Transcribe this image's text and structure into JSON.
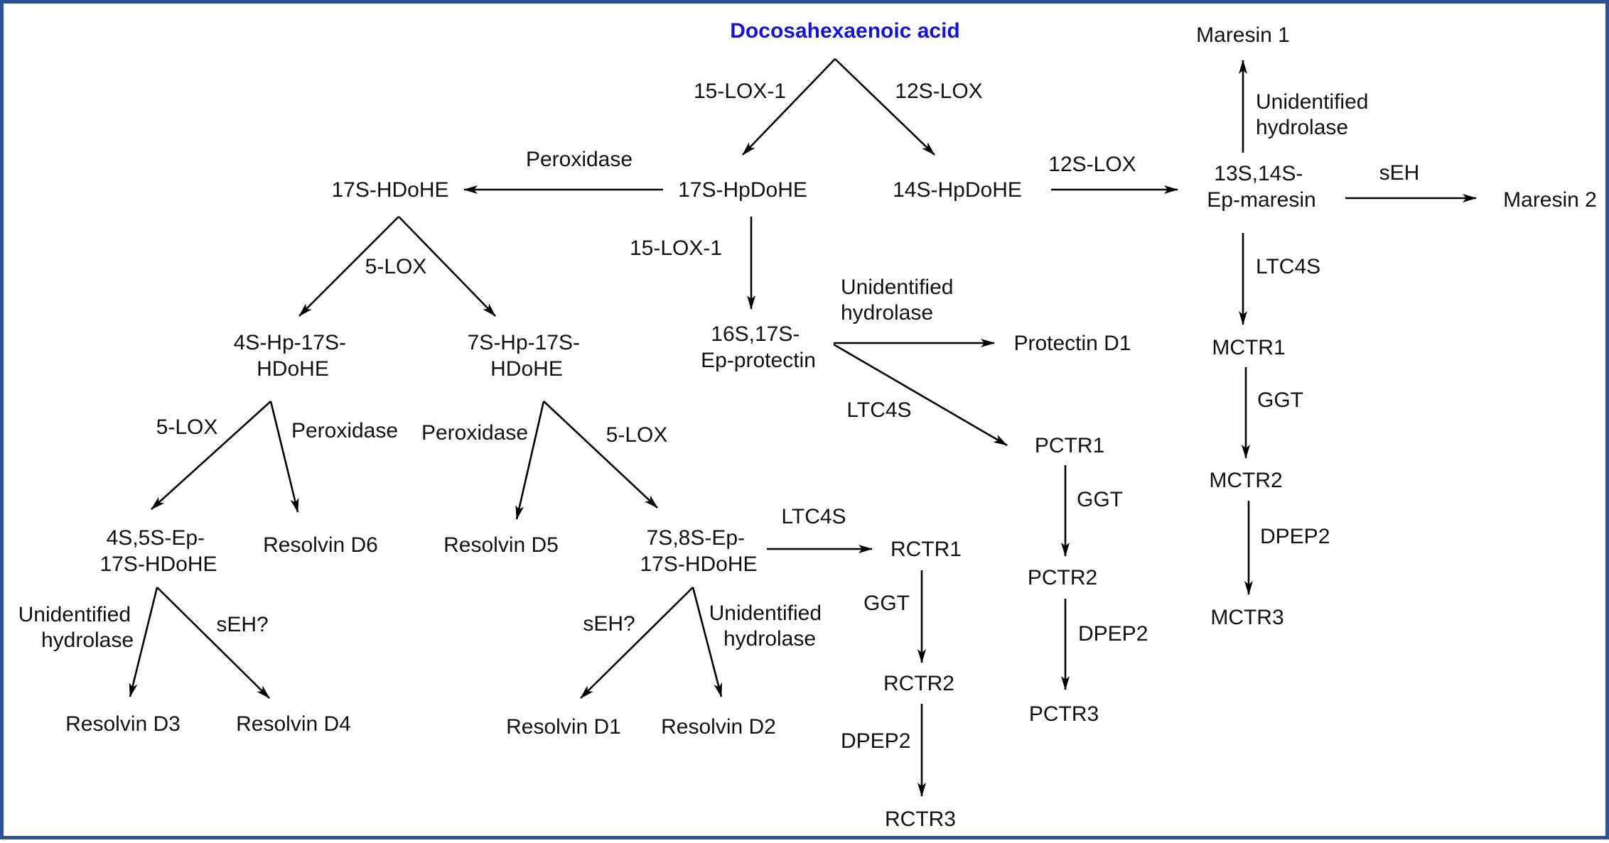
{
  "colors": {
    "frame": "#2b5496",
    "root_text": "#1414d2",
    "text": "#111111",
    "arrow": "#000000"
  },
  "nodes": {
    "dha": [
      "Docosahexaenoic acid"
    ],
    "hpdohe17": [
      "17S-HpDoHE"
    ],
    "hpdohe14": [
      "14S-HpDoHE"
    ],
    "hdohe17": [
      "17S-HDoHE"
    ],
    "ep_maresin": [
      "13S,14S-",
      "Ep-maresin"
    ],
    "maresin1": [
      "Maresin 1"
    ],
    "maresin2": [
      "Maresin 2"
    ],
    "mctr1": [
      "MCTR1"
    ],
    "mctr2": [
      "MCTR2"
    ],
    "mctr3": [
      "MCTR3"
    ],
    "hp4": [
      "4S-Hp-17S-",
      "HDoHE"
    ],
    "hp7": [
      "7S-Hp-17S-",
      "HDoHE"
    ],
    "ep_protectin": [
      "16S,17S-",
      "Ep-protectin"
    ],
    "protectin_d1": [
      "Protectin D1"
    ],
    "pctr1": [
      "PCTR1"
    ],
    "pctr2": [
      "PCTR2"
    ],
    "pctr3": [
      "PCTR3"
    ],
    "ep45": [
      "4S,5S-Ep-",
      "17S-HDoHE"
    ],
    "resolvin_d6": [
      "Resolvin D6"
    ],
    "resolvin_d5": [
      "Resolvin D5"
    ],
    "ep78": [
      "7S,8S-Ep-",
      "17S-HDoHE"
    ],
    "rctr1": [
      "RCTR1"
    ],
    "rctr2": [
      "RCTR2"
    ],
    "rctr3": [
      "RCTR3"
    ],
    "resolvin_d3": [
      "Resolvin D3"
    ],
    "resolvin_d4": [
      "Resolvin D4"
    ],
    "resolvin_d1": [
      "Resolvin D1"
    ],
    "resolvin_d2": [
      "Resolvin D2"
    ]
  },
  "enzymes": {
    "lox15_a": [
      "15-LOX-1"
    ],
    "lox12_a": [
      "12S-LOX"
    ],
    "peroxidase_a": [
      "Peroxidase"
    ],
    "lox12_b": [
      "12S-LOX"
    ],
    "seh_a": [
      "sEH"
    ],
    "hydrolase_maresin1": [
      "Unidentified",
      "hydrolase"
    ],
    "ltc4s_mctr": [
      "LTC4S"
    ],
    "ggt_mctr": [
      "GGT"
    ],
    "dpep2_mctr": [
      "DPEP2"
    ],
    "lox15_b": [
      "15-LOX-1"
    ],
    "lox5_a": [
      "5-LOX"
    ],
    "hydrolase_protectin": [
      "Unidentified",
      "hydrolase"
    ],
    "ltc4s_pctr": [
      "LTC4S"
    ],
    "ggt_pctr": [
      "GGT"
    ],
    "dpep2_pctr": [
      "DPEP2"
    ],
    "lox5_b": [
      "5-LOX"
    ],
    "peroxidase_b": [
      "Peroxidase"
    ],
    "peroxidase_c": [
      "Peroxidase"
    ],
    "lox5_c": [
      "5-LOX"
    ],
    "ltc4s_rctr": [
      "LTC4S"
    ],
    "ggt_rctr": [
      "GGT"
    ],
    "dpep2_rctr": [
      "DPEP2"
    ],
    "hydrolase_d3": [
      "Unidentified",
      "hydrolase"
    ],
    "seh_d4": [
      "sEH?"
    ],
    "seh_d1": [
      "sEH?"
    ],
    "hydrolase_d2": [
      "Unidentified",
      "hydrolase"
    ]
  },
  "arrows": [
    {
      "from": "dha",
      "to": "hpdohe17",
      "label": "lox15_a"
    },
    {
      "from": "dha",
      "to": "hpdohe14",
      "label": "lox12_a"
    },
    {
      "from": "hpdohe17",
      "to": "hdohe17",
      "label": "peroxidase_a"
    },
    {
      "from": "hpdohe14",
      "to": "ep_maresin",
      "label": "lox12_b"
    },
    {
      "from": "ep_maresin",
      "to": "maresin2",
      "label": "seh_a"
    },
    {
      "from": "ep_maresin",
      "to": "maresin1",
      "label": "hydrolase_maresin1"
    },
    {
      "from": "ep_maresin",
      "to": "mctr1",
      "label": "ltc4s_mctr"
    },
    {
      "from": "mctr1",
      "to": "mctr2",
      "label": "ggt_mctr"
    },
    {
      "from": "mctr2",
      "to": "mctr3",
      "label": "dpep2_mctr"
    },
    {
      "from": "hpdohe17",
      "to": "ep_protectin",
      "label": "lox15_b"
    },
    {
      "from": "hdohe17",
      "to": "hp4",
      "label": "lox5_a"
    },
    {
      "from": "hdohe17",
      "to": "hp7",
      "label": "lox5_a"
    },
    {
      "from": "ep_protectin",
      "to": "protectin_d1",
      "label": "hydrolase_protectin"
    },
    {
      "from": "ep_protectin",
      "to": "pctr1",
      "label": "ltc4s_pctr"
    },
    {
      "from": "pctr1",
      "to": "pctr2",
      "label": "ggt_pctr"
    },
    {
      "from": "pctr2",
      "to": "pctr3",
      "label": "dpep2_pctr"
    },
    {
      "from": "hp4",
      "to": "ep45",
      "label": "lox5_b"
    },
    {
      "from": "hp4",
      "to": "resolvin_d6",
      "label": "peroxidase_b"
    },
    {
      "from": "hp7",
      "to": "resolvin_d5",
      "label": "peroxidase_c"
    },
    {
      "from": "hp7",
      "to": "ep78",
      "label": "lox5_c"
    },
    {
      "from": "ep78",
      "to": "rctr1",
      "label": "ltc4s_rctr"
    },
    {
      "from": "rctr1",
      "to": "rctr2",
      "label": "ggt_rctr"
    },
    {
      "from": "rctr2",
      "to": "rctr3",
      "label": "dpep2_rctr"
    },
    {
      "from": "ep45",
      "to": "resolvin_d3",
      "label": "hydrolase_d3"
    },
    {
      "from": "ep45",
      "to": "resolvin_d4",
      "label": "seh_d4"
    },
    {
      "from": "ep78",
      "to": "resolvin_d1",
      "label": "seh_d1"
    },
    {
      "from": "ep78",
      "to": "resolvin_d2",
      "label": "hydrolase_d2"
    }
  ]
}
